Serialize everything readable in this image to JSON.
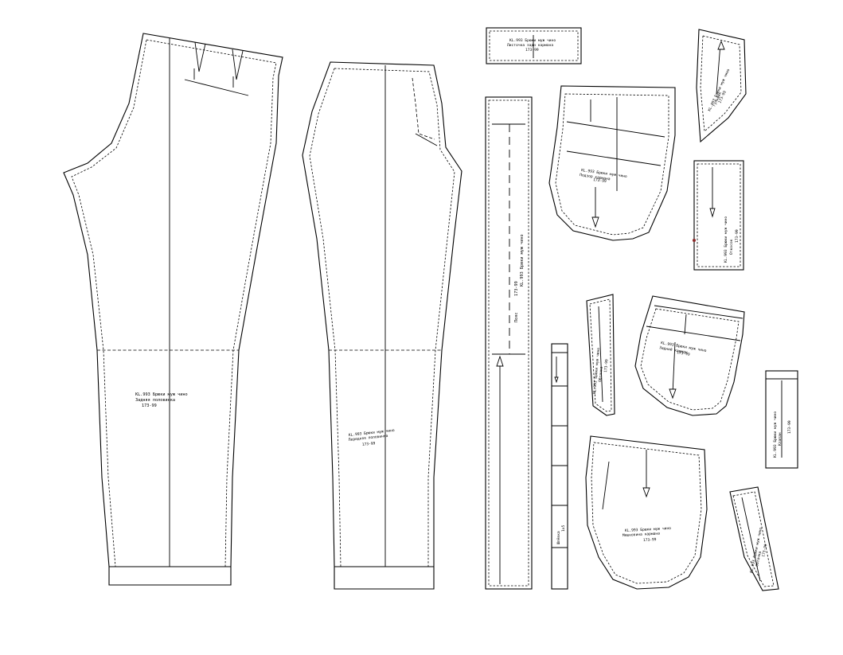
{
  "pieces": {
    "front_leg": {
      "label_lines": [
        "KL.993 Брюки муж чино",
        "Задняя половинка",
        "173-99"
      ]
    },
    "back_leg": {
      "label_lines": [
        "KL.993 Брюки муж чино",
        "Передняя половинка",
        "173-99"
      ]
    },
    "top_strip": {
      "label_lines": [
        "KL.993 Брюки муж чино",
        "Листочка задн кармана",
        "173-99"
      ]
    },
    "waistband": {
      "label_lines": [
        "KL.993 Брюки муж чино",
        "Пояс",
        "173-99"
      ]
    },
    "belt_loop": {
      "label_lines": [
        "Шлёвка",
        "1x5"
      ]
    },
    "pocket_bag_large_top": {
      "label_lines": [
        "KL.993 Брюки муж чино",
        "Подзор кармана",
        "173-99"
      ]
    },
    "fly_shield_top": {
      "label_lines": [
        "KL.993 Брюки муж чино",
        "Гульфик",
        "173-99"
      ]
    },
    "fly_rect": {
      "label_lines": [
        "KL.993 Брюки муж чино",
        "Откосок",
        "173-99"
      ]
    },
    "facing_strip_mid": {
      "label_lines": [
        "KL.993 Брюки муж чино",
        "Обтачка",
        "173-99"
      ]
    },
    "back_pocket": {
      "label_lines": [
        "KL.993 Брюки муж чино",
        "Задний карман",
        "173-99"
      ]
    },
    "pocket_bag_bottom": {
      "label_lines": [
        "KL.993 Брюки муж чино",
        "Мешковина кармана",
        "173-99"
      ]
    },
    "right_small_rect": {
      "label_lines": [
        "KL.993 Брюки муж чино",
        "Клапан",
        "173-99"
      ]
    },
    "facing_strip_bottom": {
      "label_lines": [
        "KL.993 Брюки муж чино",
        "Обтачка",
        "173-99"
      ]
    }
  },
  "colors": {
    "line": "#000000",
    "background": "#ffffff",
    "notch": "#8b2a2a"
  }
}
